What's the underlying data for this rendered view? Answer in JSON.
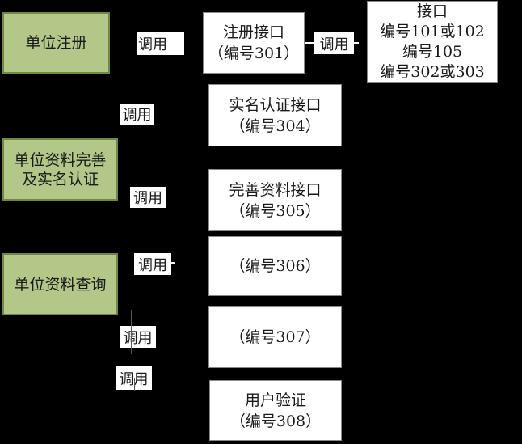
{
  "diagram": {
    "colors": {
      "background": "#000000",
      "left_node_fill": "#b3c888",
      "left_node_border": "#71893f",
      "interface_node_fill": "#ffffff",
      "interface_node_border": "#888888",
      "text": "#1a1a1a",
      "connector": "#ffffff"
    },
    "left_nodes": [
      {
        "lines": [
          "单位注册"
        ]
      },
      {
        "lines": [
          "单位资料完善",
          "及实名认证"
        ]
      },
      {
        "lines": [
          "单位资料查询"
        ]
      }
    ],
    "interface_nodes": [
      {
        "lines": [
          "注册接口",
          "（编号301）"
        ]
      },
      {
        "lines": [
          "实名认证接口",
          "（编号304）"
        ]
      },
      {
        "lines": [
          "完善资料接口",
          "（编号305）"
        ]
      },
      {
        "lines": [
          "（编号306）"
        ]
      },
      {
        "lines": [
          "（编号307）"
        ]
      },
      {
        "lines": [
          "用户验证",
          "（编号308）"
        ]
      }
    ],
    "right_node": {
      "lines": [
        "接口",
        "编号101或102",
        "编号105",
        "编号302或303"
      ]
    },
    "call_labels": [
      "调用",
      "调用",
      "调用",
      "调用",
      "调用",
      "调用",
      "调用"
    ]
  }
}
